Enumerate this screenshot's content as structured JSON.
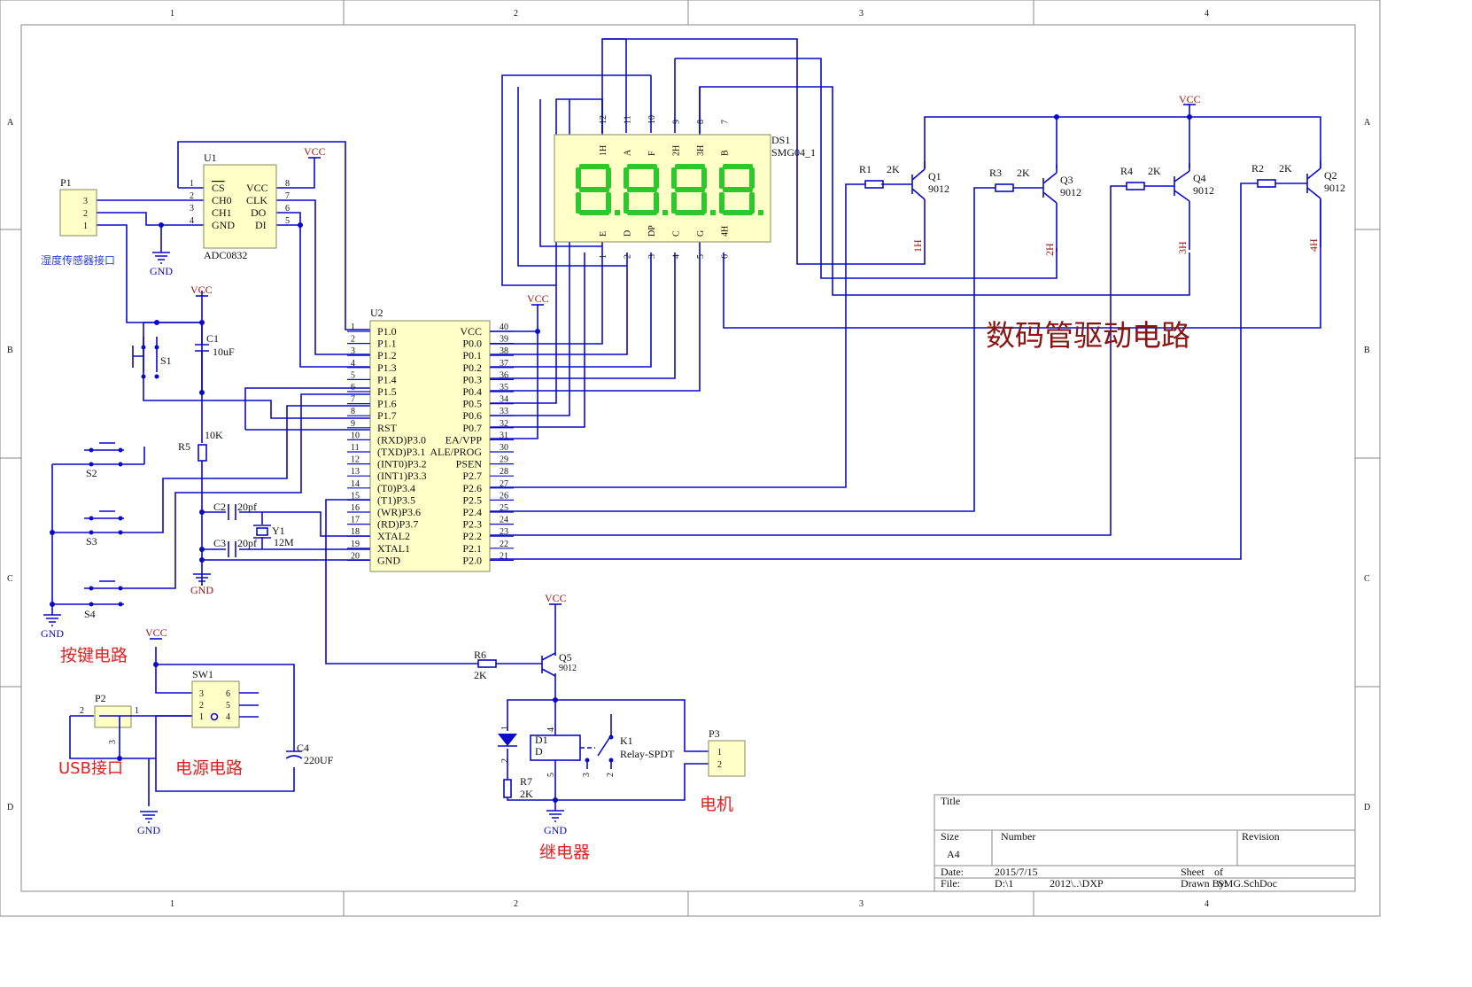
{
  "border": {
    "columns": [
      "1",
      "2",
      "3",
      "4"
    ],
    "rows": [
      "A",
      "B",
      "C",
      "D"
    ]
  },
  "components": {
    "p1": {
      "ref": "P1",
      "pins": [
        "3",
        "2",
        "1"
      ],
      "label": "湿度传感器接口"
    },
    "u1": {
      "ref": "U1",
      "part": "ADC0832",
      "left_pins": [
        "1",
        "2",
        "3",
        "4"
      ],
      "left_names": [
        "CS",
        "CH0",
        "CH1",
        "GND"
      ],
      "right_pins": [
        "8",
        "7",
        "6",
        "5"
      ],
      "right_names": [
        "VCC",
        "CLK",
        "DO",
        "DI"
      ]
    },
    "u2": {
      "ref": "U2",
      "left_pins": [
        "1",
        "2",
        "3",
        "4",
        "5",
        "6",
        "7",
        "8",
        "9",
        "10",
        "11",
        "12",
        "13",
        "14",
        "15",
        "16",
        "17",
        "18",
        "19",
        "20"
      ],
      "left_names": [
        "P1.0",
        "P1.1",
        "P1.2",
        "P1.3",
        "P1.4",
        "P1.5",
        "P1.6",
        "P1.7",
        "RST",
        "(RXD)P3.0",
        "(TXD)P3.1",
        "(INT0)P3.2",
        "(INT1)P3.3",
        "(T0)P3.4",
        "(T1)P3.5",
        "(WR)P3.6",
        "(RD)P3.7",
        "XTAL2",
        "XTAL1",
        "GND"
      ],
      "right_pins": [
        "40",
        "39",
        "38",
        "37",
        "36",
        "35",
        "34",
        "33",
        "32",
        "31",
        "30",
        "29",
        "28",
        "27",
        "26",
        "25",
        "24",
        "23",
        "22",
        "21"
      ],
      "right_names": [
        "VCC",
        "P0.0",
        "P0.1",
        "P0.2",
        "P0.3",
        "P0.4",
        "P0.5",
        "P0.6",
        "P0.7",
        "EA/VPP",
        "ALE/PROG",
        "PSEN",
        "P2.7",
        "P2.6",
        "P2.5",
        "P2.4",
        "P2.3",
        "P2.2",
        "P2.1",
        "P2.0"
      ]
    },
    "ds1": {
      "ref": "DS1",
      "part": "SMG04_1",
      "top_pins": [
        "12",
        "11",
        "10",
        "9",
        "8",
        "7"
      ],
      "top_names": [
        "1H",
        "A",
        "F",
        "2H",
        "3H",
        "B"
      ],
      "bottom_pins": [
        "1",
        "2",
        "3",
        "4",
        "5",
        "6"
      ],
      "bottom_names": [
        "E",
        "D",
        "DP",
        "C",
        "G",
        "4H"
      ],
      "digits": [
        "8.",
        "8.",
        "8.",
        "8."
      ]
    },
    "transistors": [
      {
        "ref": "Q1",
        "part": "9012",
        "res_ref": "R1",
        "res_val": "2K",
        "net": "1H"
      },
      {
        "ref": "Q3",
        "part": "9012",
        "res_ref": "R3",
        "res_val": "2K",
        "net": "2H"
      },
      {
        "ref": "Q4",
        "part": "9012",
        "res_ref": "R4",
        "res_val": "2K",
        "net": "3H"
      },
      {
        "ref": "Q2",
        "part": "9012",
        "res_ref": "R2",
        "res_val": "2K",
        "net": "4H"
      }
    ],
    "c1": {
      "ref": "C1",
      "value": "10uF"
    },
    "r5": {
      "ref": "R5",
      "value": "10K"
    },
    "s1": {
      "ref": "S1"
    },
    "s2": {
      "ref": "S2"
    },
    "s3": {
      "ref": "S3"
    },
    "s4": {
      "ref": "S4"
    },
    "c2": {
      "ref": "C2",
      "value": "20pf"
    },
    "c3": {
      "ref": "C3",
      "value": "20pf"
    },
    "y1": {
      "ref": "Y1",
      "value": "12M"
    },
    "sw1": {
      "ref": "SW1",
      "pins_left": [
        "3",
        "2",
        "1"
      ],
      "pins_right": [
        "6",
        "5",
        "4"
      ]
    },
    "p2": {
      "ref": "P2",
      "pin_left": "2",
      "pin_right": "1",
      "pin_bottom": "3"
    },
    "c4": {
      "ref": "C4",
      "value": "220UF"
    },
    "r6": {
      "ref": "R6",
      "value": "2K"
    },
    "q5": {
      "ref": "Q5",
      "part": "9012"
    },
    "d1": {
      "ref": "D1",
      "pin_top": "1",
      "pin_bottom": "2"
    },
    "r7": {
      "ref": "R7",
      "value": "2K"
    },
    "k1": {
      "ref": "K1",
      "part": "Relay-SPDT",
      "pin_top": "4",
      "pin_bottom": "5",
      "pin_nc": "3",
      "pin_no": "2",
      "coil_label": "D"
    },
    "p3": {
      "ref": "P3",
      "pins": [
        "1",
        "2"
      ]
    }
  },
  "power": {
    "vcc": "VCC",
    "gnd": "GND"
  },
  "labels": {
    "display_driver": "数码管驱动电路",
    "keys": "按键电路",
    "usb": "USB接口",
    "power_circuit": "电源电路",
    "relay": "继电器",
    "motor": "电机"
  },
  "title_block": {
    "title_label": "Title",
    "size_label": "Size",
    "size_value": "A4",
    "number_label": "Number",
    "revision_label": "Revision",
    "date_label": "Date:",
    "date_value": "2015/7/15",
    "file_label": "File:",
    "file_value": "D:\\1",
    "file_path": "2012\\..\\DXP",
    "sheet_label": "Sheet",
    "of_label": "of",
    "drawn_label": "Drawn By:",
    "doc_name": "SMG.SchDoc"
  }
}
